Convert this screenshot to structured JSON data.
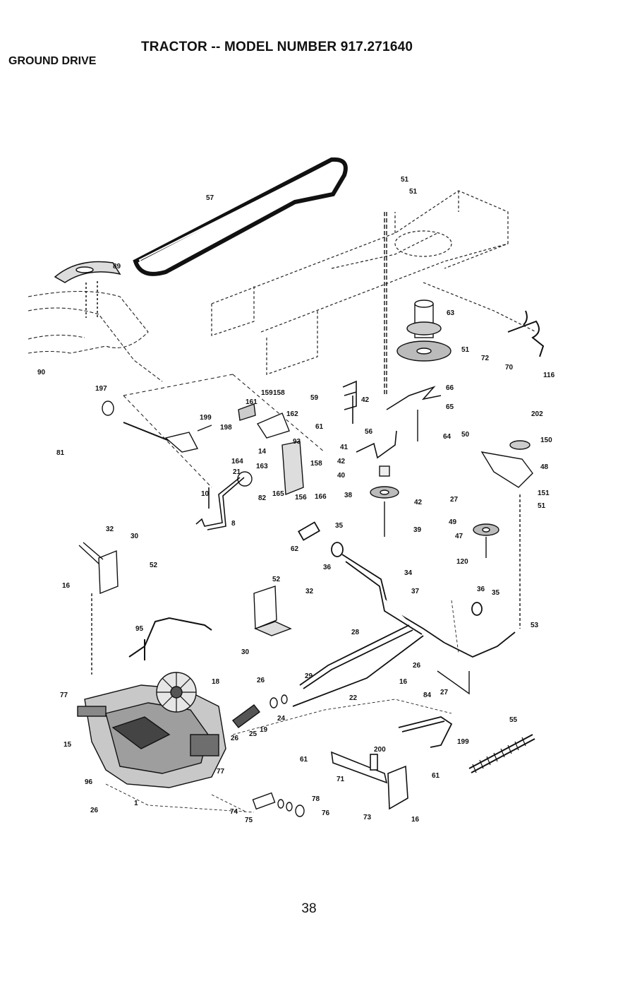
{
  "header": {
    "title": "TRACTOR -- MODEL NUMBER 917.271640",
    "section": "GROUND DRIVE"
  },
  "callouts": [
    "57",
    "89",
    "90",
    "197",
    "81",
    "51",
    "51",
    "63",
    "51",
    "72",
    "70",
    "116",
    "59",
    "42",
    "61",
    "56",
    "41",
    "42",
    "40",
    "38",
    "42",
    "39",
    "66",
    "65",
    "64",
    "202",
    "50",
    "150",
    "48",
    "151",
    "51",
    "27",
    "49",
    "47",
    "120",
    "161",
    "159",
    "158",
    "162",
    "199",
    "198",
    "14",
    "164",
    "163",
    "21",
    "93",
    "158",
    "165",
    "156",
    "166",
    "10",
    "82",
    "8",
    "32",
    "30",
    "16",
    "52",
    "62",
    "35",
    "36",
    "34",
    "37",
    "36",
    "35",
    "53",
    "52",
    "32",
    "30",
    "95",
    "28",
    "26",
    "16",
    "84",
    "27",
    "29",
    "22",
    "77",
    "18",
    "26",
    "24",
    "19",
    "26",
    "25",
    "15",
    "96",
    "26",
    "1",
    "77",
    "61",
    "200",
    "71",
    "61",
    "74",
    "75",
    "78",
    "76",
    "73",
    "16",
    "55",
    "199"
  ],
  "footer": {
    "page_number": "38"
  }
}
